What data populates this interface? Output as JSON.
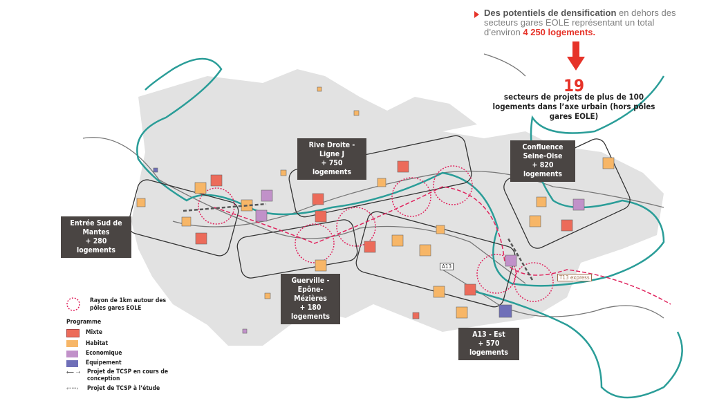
{
  "intro": {
    "bold": "Des potentiels de densification",
    "text": " en dehors des secteurs gares EOLE représentant un total d’environ ",
    "highlight": "4 250 logements."
  },
  "headline": {
    "number": "19",
    "text": "secteurs de projets de plus de 100 logements dans l’axe urbain (hors pôles gares EOLE)"
  },
  "sectors": [
    {
      "name": "Rive Droite - Ligne J",
      "count": "+ 750 logements"
    },
    {
      "name": "Confluence Seine-Oise",
      "count": "+ 820 logements"
    },
    {
      "name": "Entrée Sud de Mantes",
      "count": "+ 280 logements"
    },
    {
      "name": "Guerville - Epône-Mézières",
      "count": "+ 180 logements"
    },
    {
      "name": "A13 - Est",
      "count": "+ 570 logements"
    }
  ],
  "map_labels": {
    "road": "A13",
    "transit": "T13 express"
  },
  "legend": {
    "radius": "Rayon de 1km autour des pôles gares EOLE",
    "title": "Programme",
    "items": [
      {
        "label": "Mixte",
        "color": "#ec6b5a"
      },
      {
        "label": "Habitat",
        "color": "#f7b667"
      },
      {
        "label": "Economique",
        "color": "#c191c9"
      },
      {
        "label": "Equipement",
        "color": "#6f6fb8"
      }
    ],
    "tcsp_design": "Projet de TCSP en cours de conception",
    "tcsp_study": "Projet de TCSP à l’étude"
  },
  "colors": {
    "river": "#2a9d98",
    "accent": "#e63329",
    "urban": "#e3e3e3",
    "station": "#e0245e"
  }
}
